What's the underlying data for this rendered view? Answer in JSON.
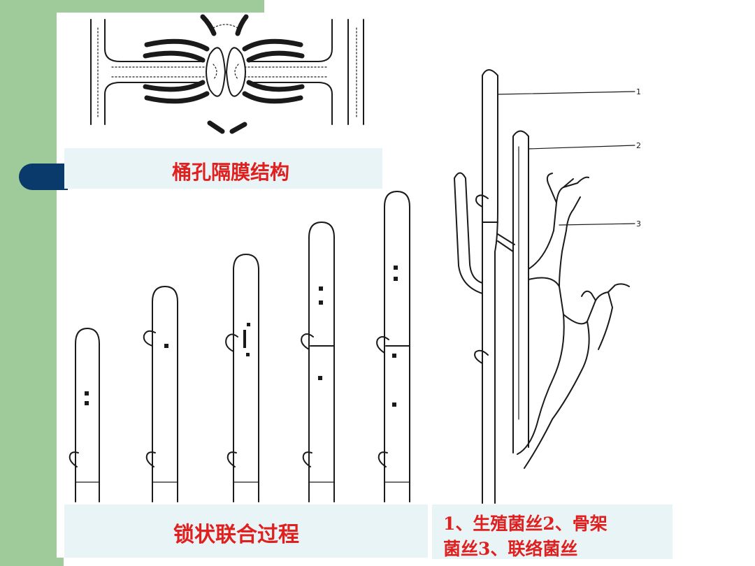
{
  "captions": {
    "dolipore": "桶孔隔膜结构",
    "clamp": "锁状联合过程",
    "hyphae_line1": "1、生殖菌丝2、骨架",
    "hyphae_line2": "菌丝3、联络菌丝"
  },
  "hyphae_labels": [
    "1",
    "2",
    "3"
  ],
  "colors": {
    "slide_green": "#9fcb9a",
    "bullet_navy": "#0a3a6b",
    "caption_red": "#e01f1f",
    "caption_bg": "#e9f4f6",
    "ink": "#1a1a1a"
  }
}
